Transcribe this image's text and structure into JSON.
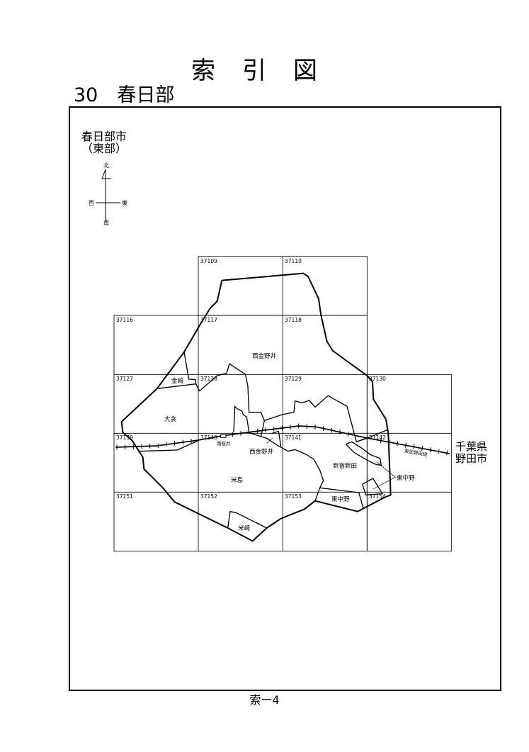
{
  "header": {
    "title": "索　引　図",
    "section": "30　春日部"
  },
  "legend": {
    "city": "春日部市",
    "district": "（東部）",
    "compass": {
      "north": "北",
      "south": "南",
      "east": "東",
      "west": "西"
    }
  },
  "grid": [
    "37109",
    "37110",
    "37116",
    "37117",
    "37118",
    "37127",
    "37128",
    "37129",
    "37130",
    "37139",
    "37140",
    "37141",
    "37142",
    "37151",
    "37152",
    "37153",
    "37154"
  ],
  "places": {
    "nishikanenoi_n": "西金野井",
    "kanasaki": "金崎",
    "ohmuta": "大衾",
    "minamisakurai": "南桜井",
    "nishikanenoi_s": "西金野井",
    "yonejima": "米島",
    "shinjukushinden": "新宿新田",
    "higashinakano_a": "東中野",
    "higashinakano_b": "東中野",
    "yonesaki": "米崎",
    "railway": "東武野田線"
  },
  "neighbor": {
    "pref": "千葉県",
    "city": "野田市"
  },
  "footer": "索ー4"
}
